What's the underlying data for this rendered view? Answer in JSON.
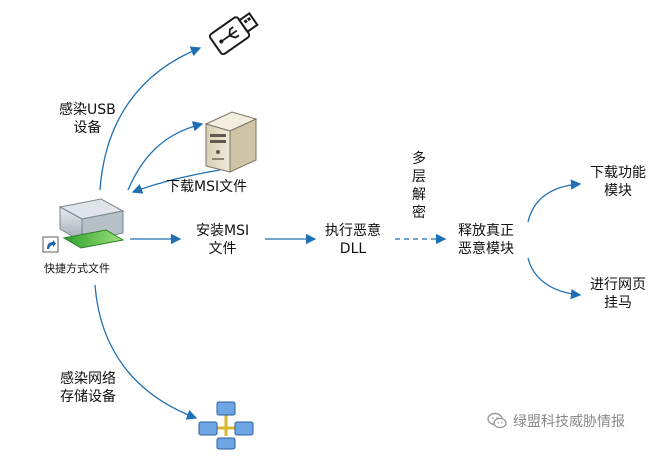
{
  "nodes": {
    "shortcut": "快捷方式文件",
    "infect_usb": "感染USB\n设备",
    "download_msi": "下载MSI文件",
    "install_msi": "安装MSI\n文件",
    "exec_dll": "执行恶意\nDLL",
    "multi_decrypt": "多\n层\n解\n密",
    "release_module": "释放真正\n恶意模块",
    "download_func": "下载功能\n模块",
    "web_hijack": "进行网页\n挂马",
    "infect_nas": "感染网络\n存储设备"
  },
  "watermark": "绿盟科技威胁情报",
  "colors": {
    "arrow": "#1f6fb4",
    "text": "#111111"
  },
  "icons": [
    "usb-drive-icon",
    "server-icon",
    "shortcut-drive-icon",
    "network-icon",
    "wechat-icon"
  ]
}
